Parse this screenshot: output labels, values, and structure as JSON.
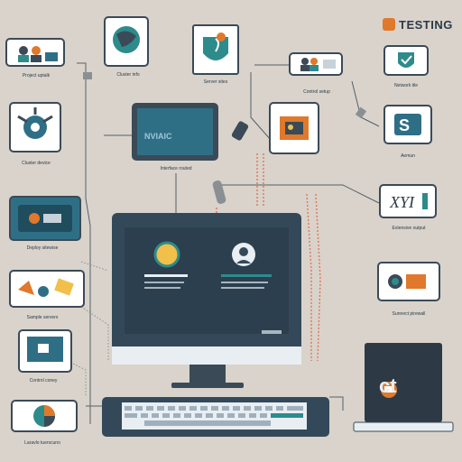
{
  "brand": {
    "title": "TESTING"
  },
  "laptop": {
    "label": "ct"
  },
  "monitor": {
    "label": "NVIAIC"
  },
  "captions": {
    "c1": "Project uptalk",
    "c2": "Cluster info",
    "c3": "Server sites",
    "c4": "Control setup",
    "c5": "Network tile",
    "c6": "Cluster device",
    "c7": "Interface routed",
    "c8": "Aemun",
    "c9": "Deploy sitewise",
    "c10": "Extensive output",
    "c11": "Sample servers",
    "c12": "Sunnect pirewall",
    "c13": "Control coney",
    "c14": "Laravlo tuerscuno"
  },
  "colors": {
    "bg": "#d9d3cb",
    "navy": "#3b4a57",
    "teal": "#2e8b8b",
    "orange": "#e0792b",
    "wire": "#e07a5f"
  }
}
